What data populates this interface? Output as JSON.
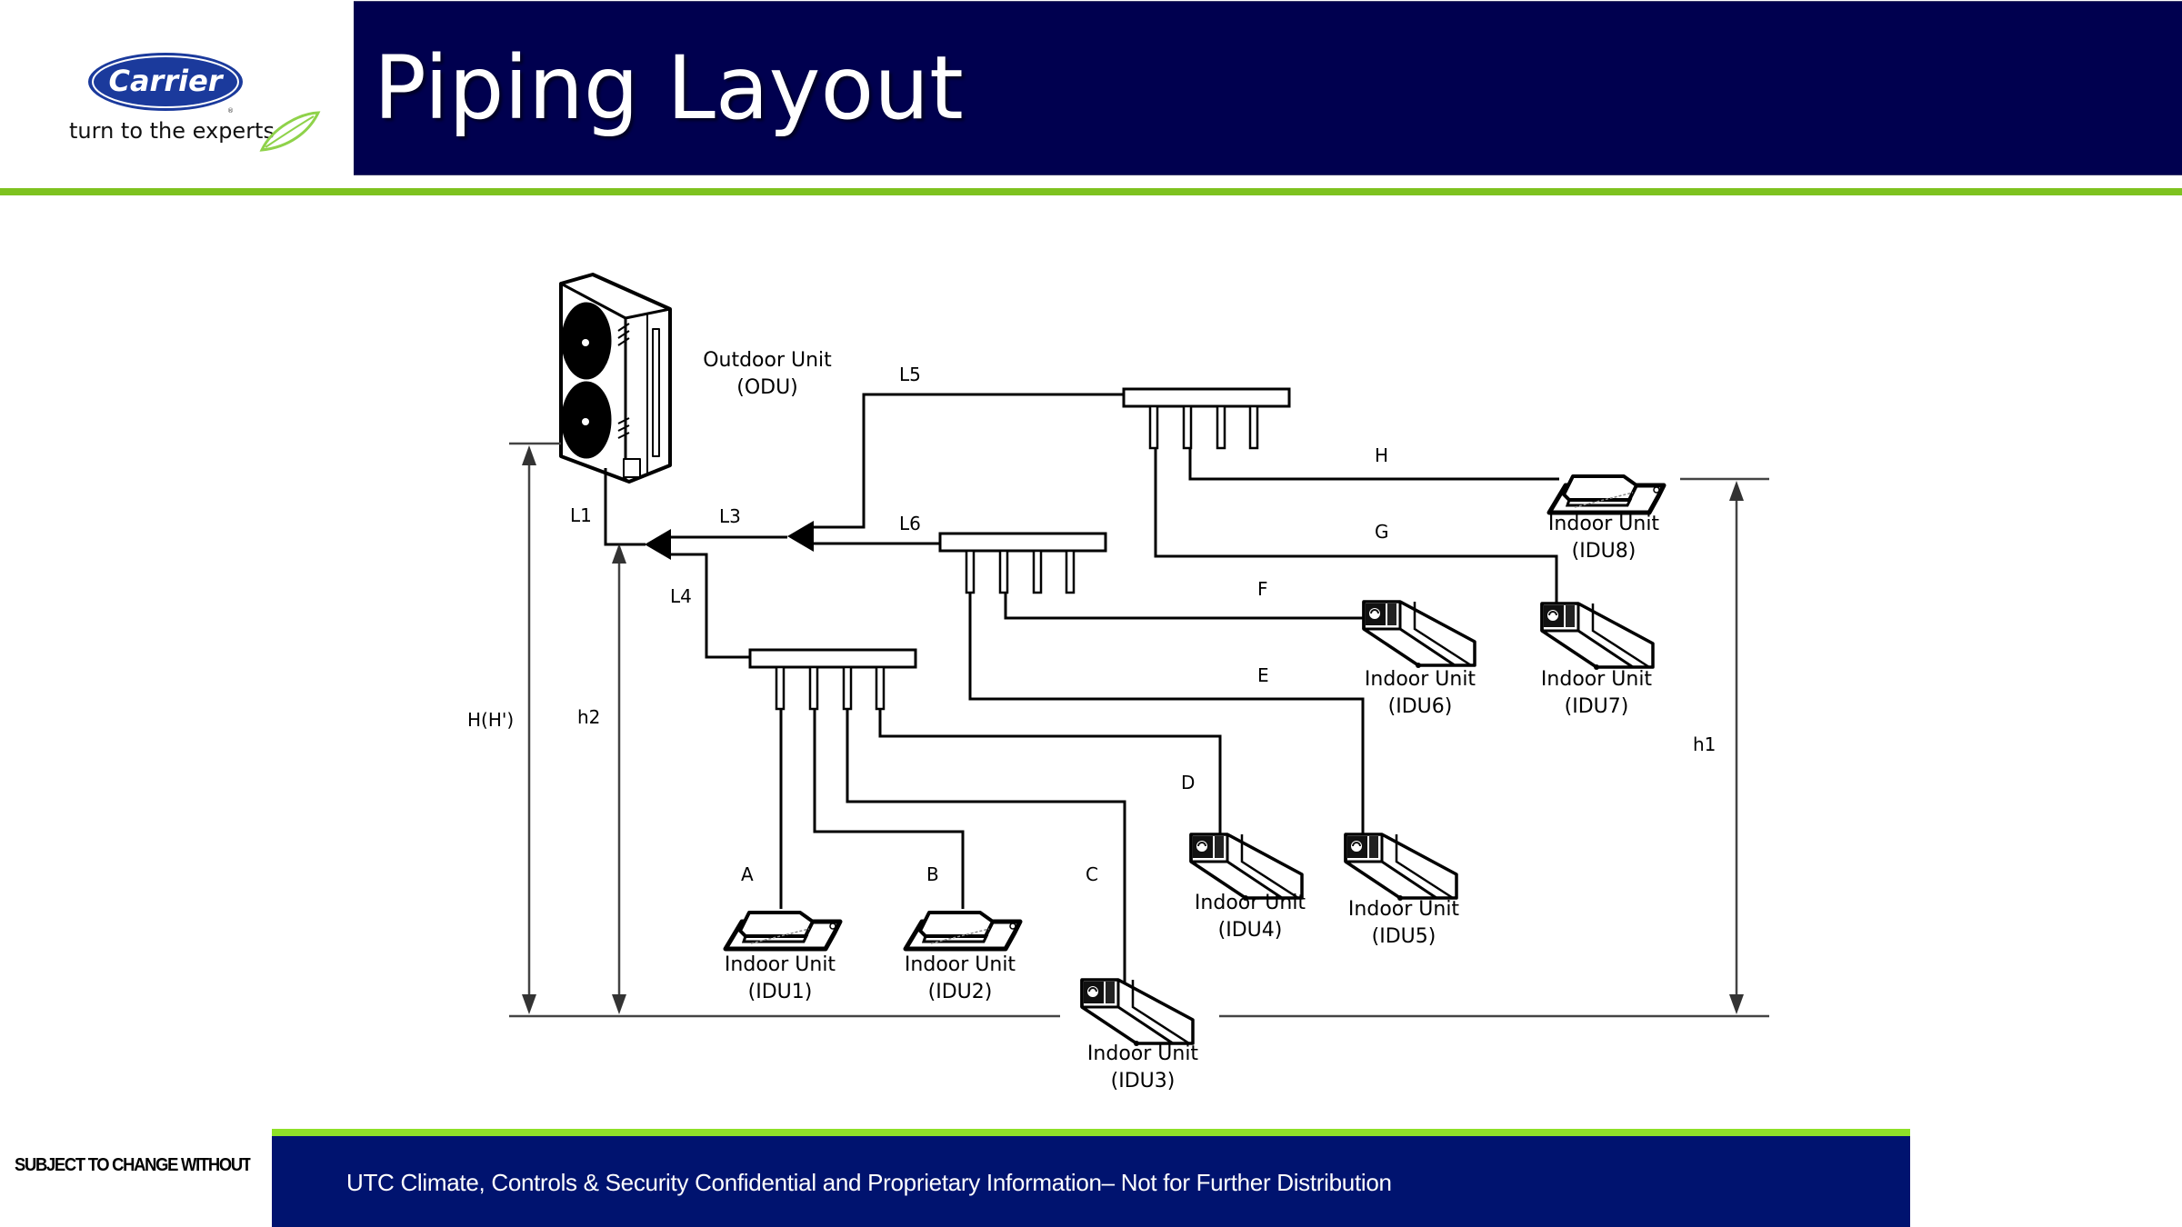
{
  "header": {
    "logo_brand": "Carrier",
    "logo_tagline": "turn to the experts",
    "title": "Piping Layout"
  },
  "colors": {
    "title_bar": "#00004f",
    "accent_green": "#7ec21f",
    "footer_bar": "#00136f",
    "logo_blue": "#1b3a9c"
  },
  "diagram": {
    "outdoor_unit": {
      "line1": "Outdoor Unit",
      "line2": "(ODU)"
    },
    "pipe_labels": {
      "L1": "L1",
      "L3": "L3",
      "L4": "L4",
      "L5": "L5",
      "L6": "L6",
      "A": "A",
      "B": "B",
      "C": "C",
      "D": "D",
      "E": "E",
      "F": "F",
      "G": "G",
      "H": "H"
    },
    "height_labels": {
      "H": "H(H')",
      "h2": "h2",
      "h1": "h1"
    },
    "indoor_units": [
      {
        "id": "IDU1",
        "line1": "Indoor Unit",
        "line2": "(IDU1)",
        "type": "cassette"
      },
      {
        "id": "IDU2",
        "line1": "Indoor Unit",
        "line2": "(IDU2)",
        "type": "cassette"
      },
      {
        "id": "IDU3",
        "line1": "Indoor Unit",
        "line2": "(IDU3)",
        "type": "duct"
      },
      {
        "id": "IDU4",
        "line1": "Indoor Unit",
        "line2": "(IDU4)",
        "type": "duct"
      },
      {
        "id": "IDU5",
        "line1": "Indoor Unit",
        "line2": "(IDU5)",
        "type": "duct"
      },
      {
        "id": "IDU6",
        "line1": "Indoor Unit",
        "line2": "(IDU6)",
        "type": "duct"
      },
      {
        "id": "IDU7",
        "line1": "Indoor Unit",
        "line2": "(IDU7)",
        "type": "duct"
      },
      {
        "id": "IDU8",
        "line1": "Indoor Unit",
        "line2": "(IDU8)",
        "type": "cassette"
      }
    ]
  },
  "footer": {
    "disclaimer_left": "SUBJECT TO CHANGE WITHOUT NOTICE",
    "confidential": "UTC Climate, Controls & Security Confidential and Proprietary Information– Not for Further Distribution"
  }
}
